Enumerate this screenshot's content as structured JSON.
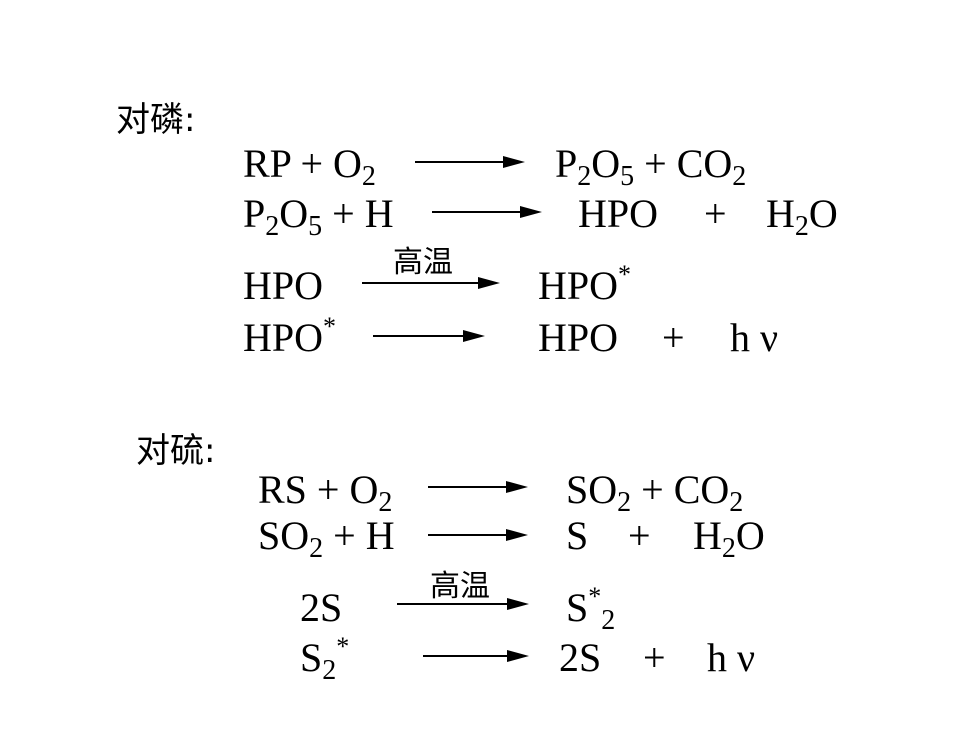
{
  "phosphorus": {
    "heading": "对磷:",
    "r1": {
      "l1": "RP + O",
      "s1": "2",
      "r1": "P",
      "r1s1": "2",
      "r1b": "O",
      "r1s2": "5",
      "r1c": " + CO",
      "r1s3": "2"
    },
    "r2": {
      "l1": "P",
      "ls1": "2",
      "l2": "O",
      "ls2": "5",
      "l3": " + H",
      "ra": "HPO",
      "rb": "+",
      "rc": "H",
      "rs": "2",
      "rd": "O"
    },
    "r3": {
      "cond": "高温",
      "l": "HPO",
      "r": "HPO",
      "rsup": "*"
    },
    "r4": {
      "l": "HPO",
      "lsup": "*",
      "ra": "HPO",
      "rb": "+",
      "rc": "h ν"
    }
  },
  "sulfur": {
    "heading": "对硫:",
    "r1": {
      "l1": "RS + O",
      "ls": "2",
      "ra": "SO",
      "ras": "2",
      "rb": " + CO",
      "rbs": "2"
    },
    "r2": {
      "l1": "SO",
      "ls": "2",
      "l2": " + H",
      "ra": "S",
      "rb": "+",
      "rc": "H",
      "rs": "2",
      "rd": "O"
    },
    "r3": {
      "cond": "高温",
      "l": "2S",
      "r": "S",
      "rsup": "*",
      "rsub": "2"
    },
    "r4": {
      "l": "S",
      "lsub": "2",
      "lsup": "*",
      "ra": "2S",
      "rb": "+",
      "rc": "h ν"
    }
  }
}
